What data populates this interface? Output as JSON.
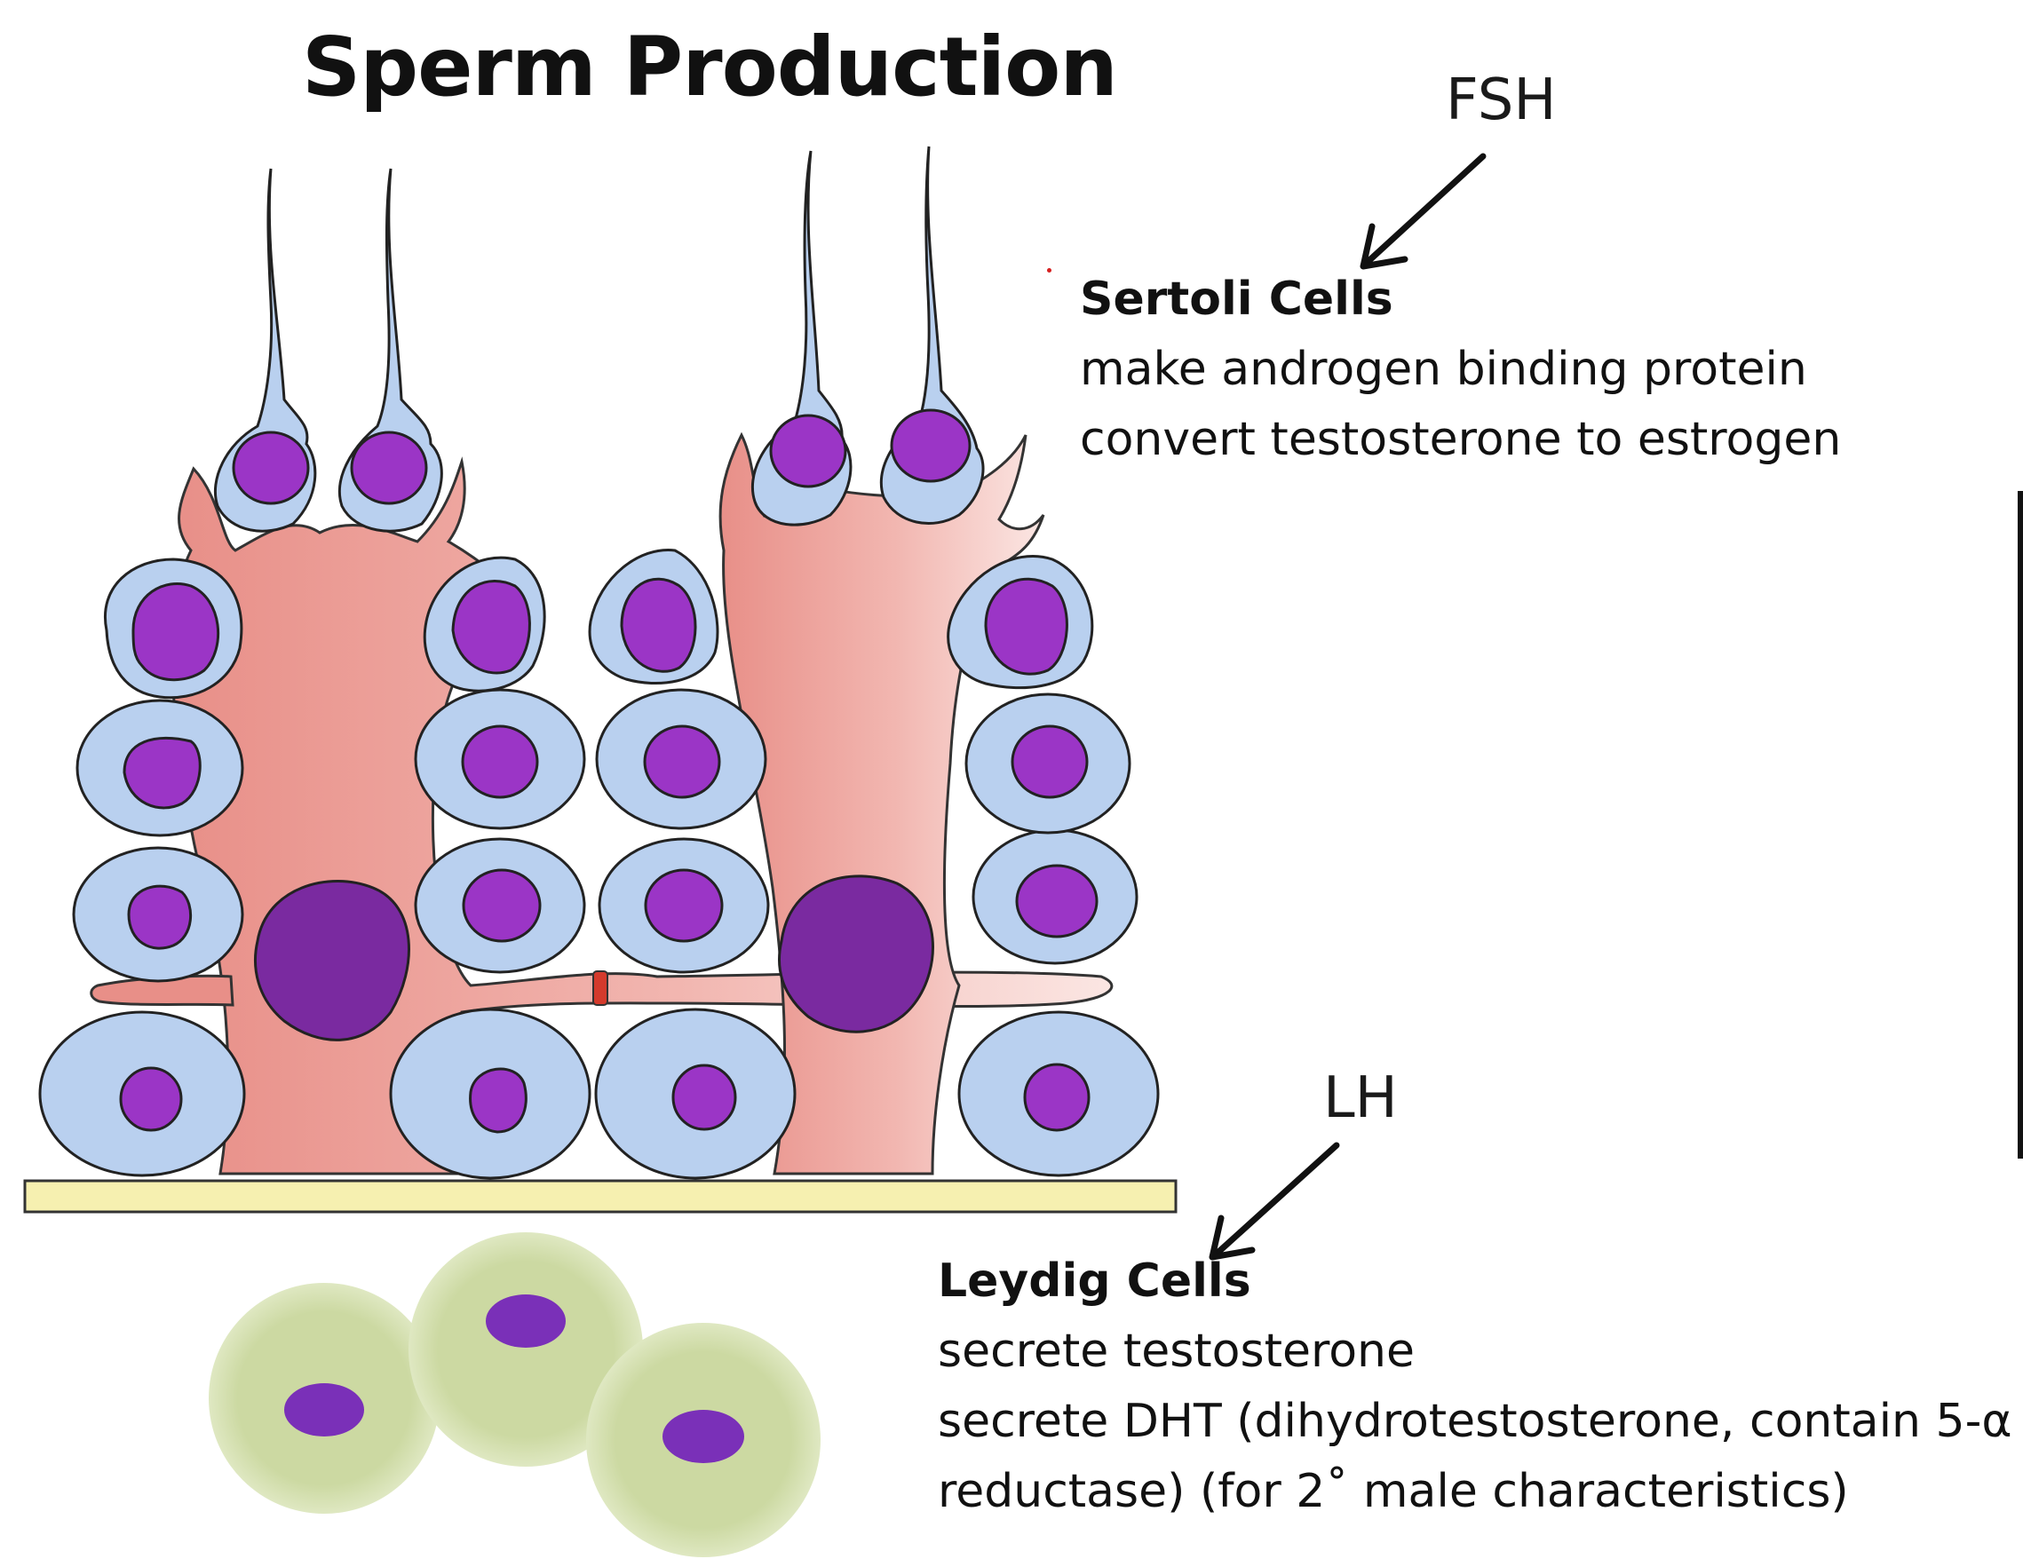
{
  "title": "Sperm Production",
  "hormones": {
    "fsh": "FSH",
    "lh": "LH"
  },
  "sertoli": {
    "heading": "Sertoli Cells",
    "lines": [
      "make androgen binding protein",
      "convert testosterone to estrogen"
    ]
  },
  "leydig": {
    "heading": "Leydig Cells",
    "lines": [
      "secrete testosterone",
      "secrete DHT (dihydrotestosterone, contain 5-α",
      "reductase) (for 2˚ male characteristics)"
    ]
  },
  "colors": {
    "germ_cell_fill": "#b9d0ef",
    "nucleus_fill": "#9b35c6",
    "sertoli_nucleus": "#7a2aa0",
    "sertoli_cell": "#eda39c",
    "basement_membrane": "#f6f0b0",
    "leydig_cell": "#ccd9a2",
    "leydig_nucleus": "#7a30b8",
    "tight_junction": "#d43a2c"
  }
}
